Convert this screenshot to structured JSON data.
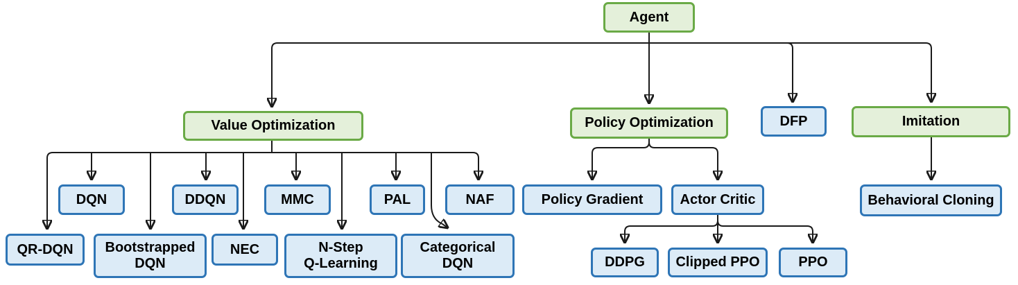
{
  "diagram": {
    "type": "tree",
    "root_label": "Agent"
  },
  "colors": {
    "green_fill": "#e4f0da",
    "green_border": "#6aaa46",
    "blue_fill": "#dcebf7",
    "blue_border": "#2e75b6",
    "line": "#1a1a1a",
    "text": "#000000"
  },
  "nodes": {
    "agent": {
      "label": "Agent",
      "style": "green"
    },
    "value_optimization": {
      "label": "Value Optimization",
      "style": "green"
    },
    "policy_optimization": {
      "label": "Policy Optimization",
      "style": "green"
    },
    "dfp": {
      "label": "DFP",
      "style": "blue"
    },
    "imitation": {
      "label": "Imitation",
      "style": "green"
    },
    "dqn": {
      "label": "DQN",
      "style": "blue"
    },
    "ddqn": {
      "label": "DDQN",
      "style": "blue"
    },
    "mmc": {
      "label": "MMC",
      "style": "blue"
    },
    "pal": {
      "label": "PAL",
      "style": "blue"
    },
    "naf": {
      "label": "NAF",
      "style": "blue"
    },
    "qr_dqn": {
      "label": "QR-DQN",
      "style": "blue"
    },
    "bootstrapped_dqn": {
      "label": "Bootstrapped\nDQN",
      "style": "blue"
    },
    "nec": {
      "label": "NEC",
      "style": "blue"
    },
    "nstep_q_learning": {
      "label": "N-Step\nQ-Learning",
      "style": "blue"
    },
    "categorical_dqn": {
      "label": "Categorical\nDQN",
      "style": "blue"
    },
    "policy_gradient": {
      "label": "Policy Gradient",
      "style": "blue"
    },
    "actor_critic": {
      "label": "Actor Critic",
      "style": "blue"
    },
    "behavioral_cloning": {
      "label": "Behavioral Cloning",
      "style": "blue"
    },
    "ddpg": {
      "label": "DDPG",
      "style": "blue"
    },
    "clipped_ppo": {
      "label": "Clipped PPO",
      "style": "blue"
    },
    "ppo": {
      "label": "PPO",
      "style": "blue"
    }
  },
  "hierarchy": {
    "agent": [
      "value_optimization",
      "policy_optimization",
      "dfp",
      "imitation"
    ],
    "value_optimization": [
      "qr_dqn",
      "dqn",
      "bootstrapped_dqn",
      "ddqn",
      "nec",
      "mmc",
      "nstep_q_learning",
      "pal",
      "categorical_dqn",
      "naf"
    ],
    "policy_optimization": [
      "policy_gradient",
      "actor_critic"
    ],
    "actor_critic": [
      "ddpg",
      "clipped_ppo",
      "ppo"
    ],
    "imitation": [
      "behavioral_cloning"
    ]
  }
}
